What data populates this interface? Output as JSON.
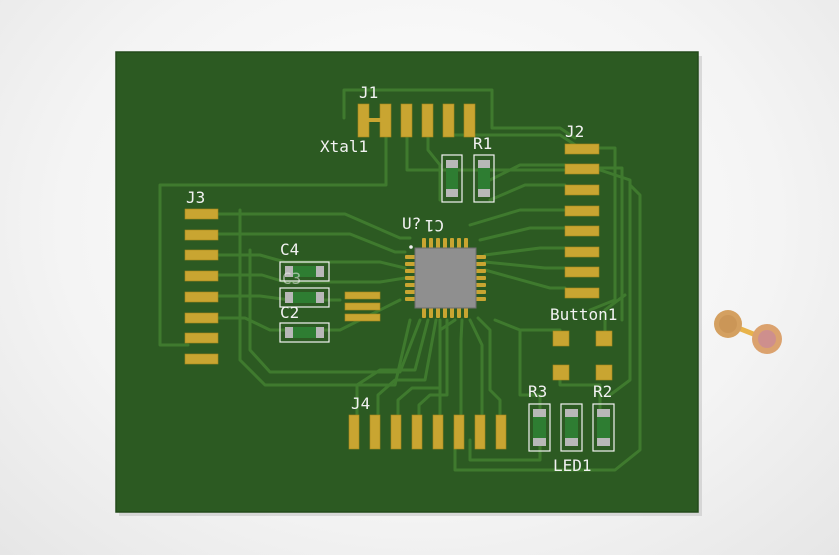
{
  "colors": {
    "board": "#2c5a22",
    "board_edge": "#234a1b",
    "trace": "#3f7a2e",
    "pad": "#c9a531",
    "silkscreen": "#f2f2f2",
    "chip": "#8f8f8f",
    "smd_body": "#2e7d32",
    "smd_cap": "#b8b8b8",
    "probe": "#d4a060"
  },
  "designators": {
    "j1": "J1",
    "j2": "J2",
    "j3": "J3",
    "j4": "J4",
    "xtal1": "Xtal1",
    "r1": "R1",
    "r2": "R2",
    "r3": "R3",
    "u1": "U?",
    "c1": "C1",
    "c2": "C2",
    "c3": "C3",
    "c4": "C4",
    "button1": "Button1",
    "led1": "LED1"
  }
}
